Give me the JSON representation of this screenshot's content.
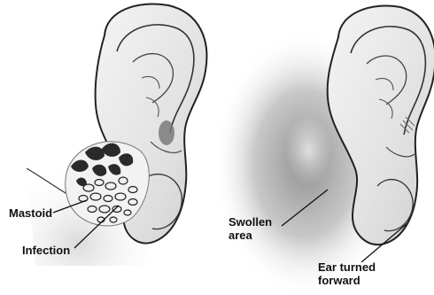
{
  "labels": {
    "mastoid": "Mastoid",
    "infection": "Infection",
    "swollen_line1": "Swollen",
    "swollen_line2": "area",
    "ear_turned_line1": "Ear turned",
    "ear_turned_line2": "forward"
  },
  "colors": {
    "background": "#ffffff",
    "ink": "#111111",
    "skin_light": "#ededed",
    "skin_shade": "#bdbdbd",
    "swelling": "#8a8a8a",
    "infection_dark": "#2a2a2a"
  }
}
